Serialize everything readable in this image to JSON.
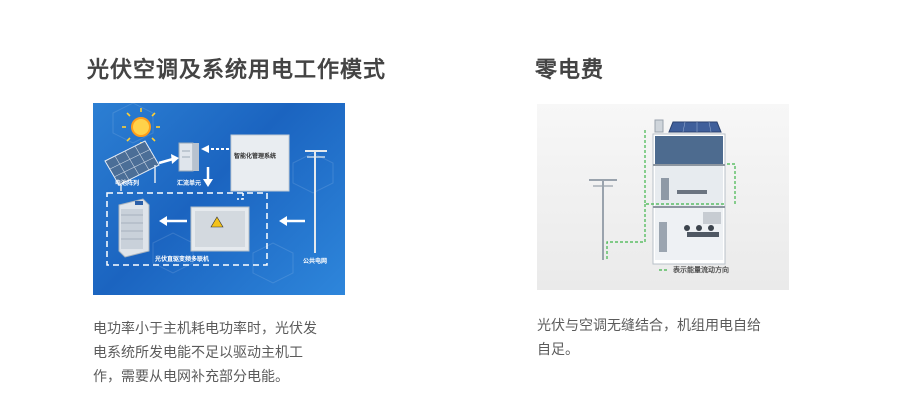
{
  "left": {
    "title": "光伏空调及系统用电工作模式",
    "diagram": {
      "labels": {
        "battery_array": "电池阵列",
        "combiner": "汇流单元",
        "management": "智能化管理系统",
        "inverter_unit": "光伏直驱变频多联机",
        "grid": "公共电网"
      }
    },
    "description": [
      "电功率小于主机耗电功率时，光伏发",
      "电系统所发电能不足以驱动主机工",
      "作，需要从电网补充部分电能。"
    ]
  },
  "right": {
    "title": "零电费",
    "diagram": {
      "labels": {
        "flow_caption": "表示能量流动方向"
      }
    },
    "description": [
      "光伏与空调无缝结合，机组用电自给",
      "自足。"
    ]
  },
  "colors": {
    "title": "#444444",
    "text": "#5b5b5b",
    "panel_blue": "#1f6cc8",
    "flow_green": "#3fb54a"
  }
}
